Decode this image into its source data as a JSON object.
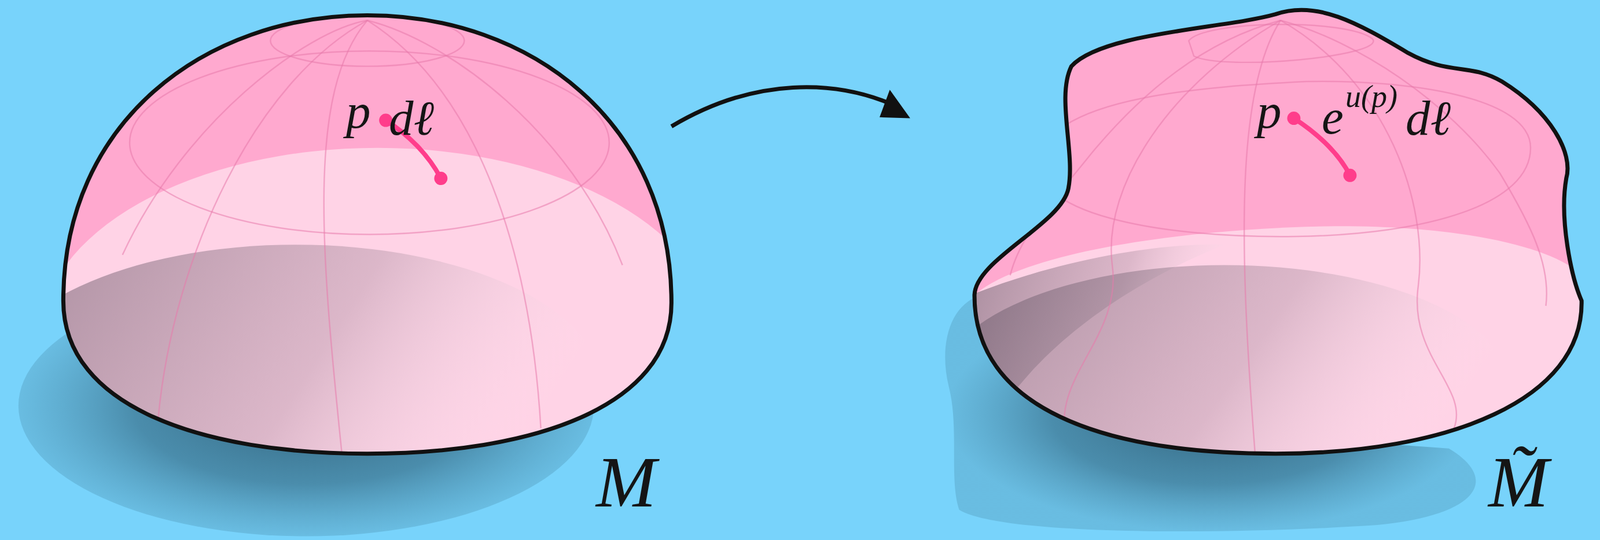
{
  "diagram": {
    "labels": [
      "p",
      "dℓ",
      "p",
      "e",
      "u(p)",
      "dℓ",
      "M",
      "M̃"
    ]
  }
}
